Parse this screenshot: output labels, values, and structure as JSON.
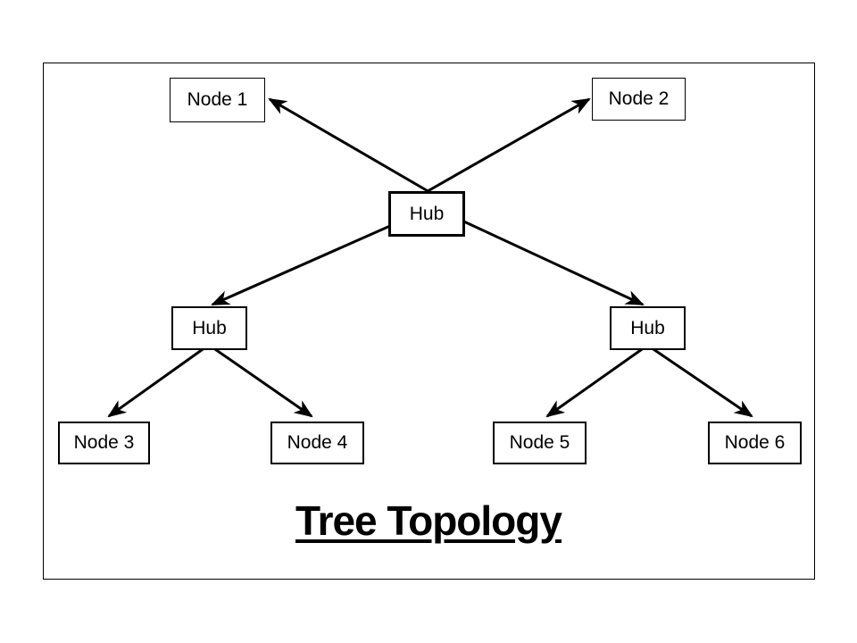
{
  "slide": {
    "title": "Tree Topology"
  },
  "nodes": {
    "node1": {
      "label": "Node 1"
    },
    "node2": {
      "label": "Node 2"
    },
    "hub_center": {
      "label": "Hub"
    },
    "hub_left": {
      "label": "Hub"
    },
    "hub_right": {
      "label": "Hub"
    },
    "node3": {
      "label": "Node 3"
    },
    "node4": {
      "label": "Node 4"
    },
    "node5": {
      "label": "Node 5"
    },
    "node6": {
      "label": "Node 6"
    }
  },
  "edges": [
    {
      "from": "hub_center",
      "to": "node1"
    },
    {
      "from": "hub_center",
      "to": "node2"
    },
    {
      "from": "hub_center",
      "to": "hub_left"
    },
    {
      "from": "hub_center",
      "to": "hub_right"
    },
    {
      "from": "hub_left",
      "to": "node3"
    },
    {
      "from": "hub_left",
      "to": "node4"
    },
    {
      "from": "hub_right",
      "to": "node5"
    },
    {
      "from": "hub_right",
      "to": "node6"
    }
  ],
  "colors": {
    "line": "#000000",
    "background": "#ffffff",
    "text": "#000000"
  }
}
